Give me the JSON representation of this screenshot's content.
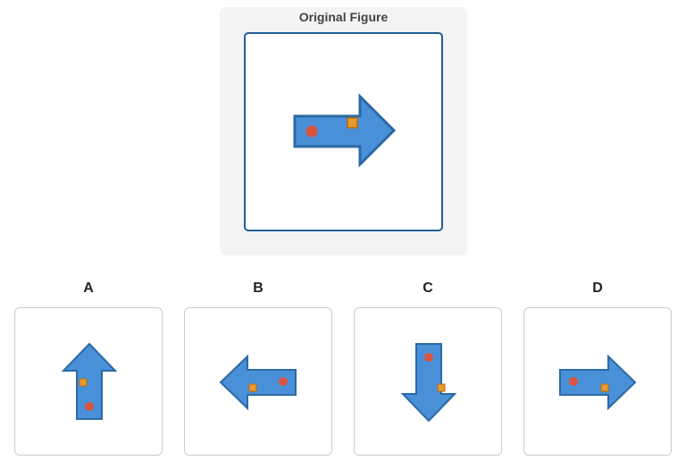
{
  "original": {
    "title": "Original Figure",
    "direction": "right"
  },
  "options": [
    {
      "label": "A",
      "direction": "up"
    },
    {
      "label": "B",
      "direction": "left"
    },
    {
      "label": "C",
      "direction": "down"
    },
    {
      "label": "D",
      "direction": "right"
    }
  ],
  "colors": {
    "arrow_fill": "#4a90d9",
    "arrow_stroke": "#2a6aa5",
    "circle": "#d9533f",
    "square": "#e89a2b",
    "frame_border": "#1f5f99"
  }
}
